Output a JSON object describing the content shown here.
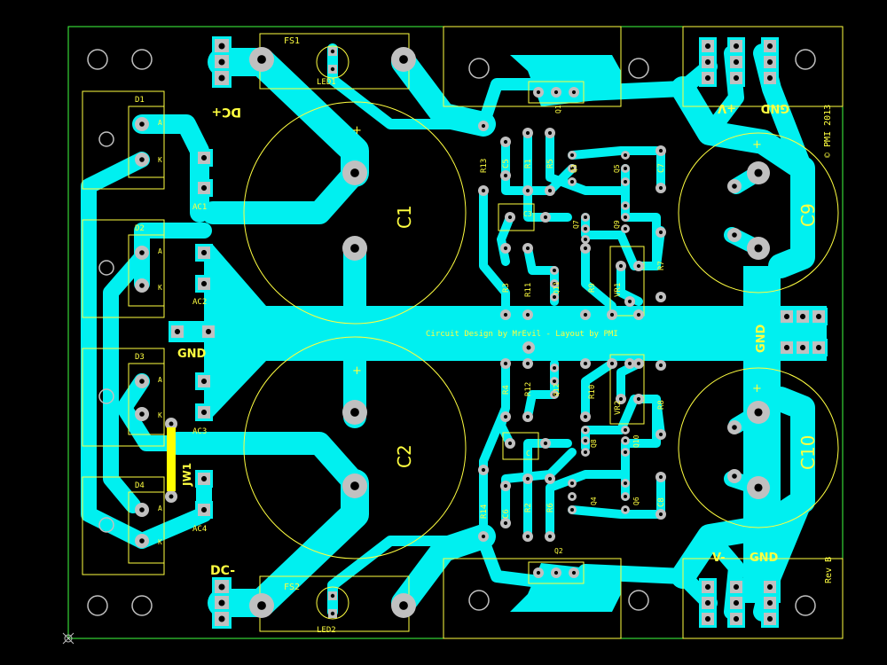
{
  "colors": {
    "background": "#000000",
    "copper": "#00f0f0",
    "silkscreen": "#ffff40",
    "outline": "#40ff40",
    "pad": "#c0c0c0",
    "jumper": "#ffff00"
  },
  "labels": {
    "fs1": "FS1",
    "fs2": "FS2",
    "led1": "LED1",
    "led2": "LED2",
    "dc_plus": "DC+",
    "dc_minus": "DC-",
    "d1": "D1",
    "d2": "D2",
    "d3": "D3",
    "d4": "D4",
    "ac1": "AC1",
    "ac2": "AC2",
    "ac3": "AC3",
    "ac4": "AC4",
    "gnd_left": "GND",
    "gnd_right": "GND",
    "gnd_top": "GND",
    "gnd_bottom": "GND",
    "c1": "C1",
    "c2": "C2",
    "c9": "C9",
    "c10": "C10",
    "jw1": "JW1",
    "v_plus": "+V",
    "v_minus": "V-",
    "copyright": "© PMI 2013",
    "rev": "Rev B",
    "credit": "Circuit Design by MrEvil - Layout by PMI",
    "q1": "Q1",
    "q2": "Q2",
    "r13": "R13",
    "c5": "C5",
    "r1": "R1",
    "r5": "R5",
    "q3": "Q3",
    "q5": "Q5",
    "c7": "C7",
    "c3": "C3",
    "q7": "Q7",
    "q9": "Q9",
    "r3": "R3",
    "r11": "R11",
    "q11": "Q11",
    "r9": "R9",
    "vr1": "VR1",
    "r7": "R7",
    "r4": "R4",
    "r12": "R12",
    "q12": "Q12",
    "r10": "R10",
    "vr2": "VR2",
    "r8": "R8",
    "c4": "C",
    "q8": "Q8",
    "q10": "Q10",
    "r14": "R14",
    "c6": "C6",
    "r2": "R2",
    "r6": "R6",
    "q4": "Q4",
    "q6": "Q6",
    "c8": "C8",
    "plus": "+",
    "pin_a": "A",
    "pin_k": "K"
  }
}
